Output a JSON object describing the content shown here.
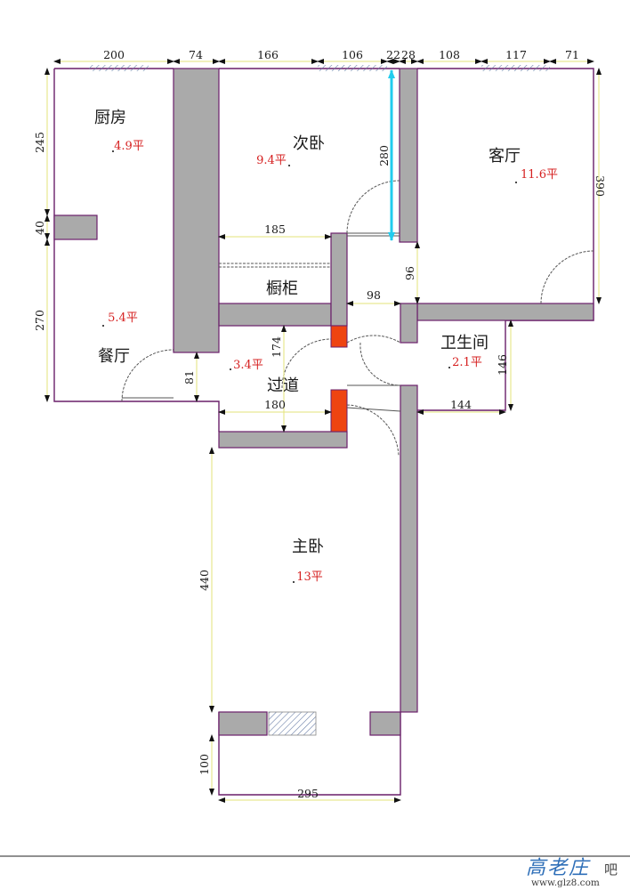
{
  "rooms": {
    "kitchen": {
      "name": "厨房",
      "area": "4.9平"
    },
    "bedroom2": {
      "name": "次卧",
      "area": "9.4平"
    },
    "living": {
      "name": "客厅",
      "area": "11.6平"
    },
    "cabinet": {
      "name": "橱柜",
      "area": ""
    },
    "dining": {
      "name": "餐厅",
      "area": "5.4平"
    },
    "hallway": {
      "name": "过道",
      "area": "3.4平"
    },
    "bathroom": {
      "name": "卫生间",
      "area": "2.1平"
    },
    "master": {
      "name": "主卧",
      "area": "13平"
    }
  },
  "dimensions": {
    "top_200": "200",
    "top_74": "74",
    "top_166": "166",
    "top_106": "106",
    "top_22": "22",
    "top_28": "28",
    "top_108": "108",
    "top_117": "117",
    "top_71": "71",
    "left_245": "245",
    "left_40": "40",
    "left_270": "270",
    "right_390": "390",
    "v_280": "280",
    "v_96": "96",
    "h_185": "185",
    "h_98": "98",
    "v_174": "174",
    "v_81": "81",
    "h_180": "180",
    "v_146": "146",
    "h_144": "144",
    "v_440": "440",
    "v_100": "100",
    "h_295": "295"
  },
  "watermark": {
    "logo": "高老庄",
    "suffix": "吧",
    "url": "www.glz8.com"
  },
  "colors": {
    "wall_fill": "#aaaaaa",
    "wall_stroke": "#6a1f6a",
    "dim_line": "#e3e37a",
    "area_text": "#d62020",
    "highlight_arrow": "#22ccee",
    "column": "#ee4411"
  }
}
